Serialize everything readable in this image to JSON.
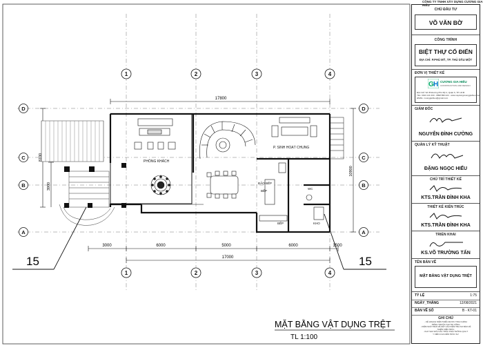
{
  "company_header": "CÔNG TY TNHH XÂY DỰNG CƯƠNG GIA HIẾU",
  "title_block": {
    "owner_label": "CHỦ ĐẦU TƯ",
    "owner_name": "VÕ VĂN BỜ",
    "project_label": "CÔNG TRÌNH",
    "project_name": "BIỆT THỰ CỔ ĐIỂN",
    "address": "ĐỊA CHỈ: P.PHÚ MỸ, TP. THỦ DẦU MỘT",
    "designer_label": "ĐƠN VỊ THIẾT KẾ",
    "logo_text": "CƯƠNG GIA HIẾU",
    "logo_sub": "CONSTRUCTION AND DESIGN",
    "contact_lines": [
      "ĐỊA CHỈ: Số 35 Đường Phú Mỹ 4, Quận 6, TP. HCM",
      "TEL: 0913 141 000 - 0898 896 222 - www.xaydungcuonggiahieu.com",
      "EMAIL: cuonggiahieu@gmail.com"
    ],
    "director_label": "GIÁM ĐỐC",
    "director_name": "NGUYỄN ĐÌNH CƯỜNG",
    "tech_label": "QUẢN LÝ KỸ THUẬT",
    "tech_name": "ĐẶNG NGỌC HIẾU",
    "lead_label": "CHỦ TRÌ THIẾT KẾ",
    "lead_name": "KTS.TRẦN ĐÌNH KHA",
    "arch_label": "THIẾT KẾ KIẾN TRÚC",
    "arch_name": "KTS.TRẦN ĐÌNH KHA",
    "deploy_label": "TRIỂN KHAI",
    "deploy_name": "KS.VÕ TRƯỜNG TẤN",
    "drawing_label": "TÊN BẢN VẼ",
    "drawing_name": "MẶT BẰNG VẬT DỤNG TRỆT",
    "scale_label": "TỶ LỆ",
    "scale_value": "1:75",
    "date_label": "NGÀY_THÁNG",
    "date_value": "12/08/2021",
    "sheet_label": "BẢN VẼ SỐ",
    "sheet_value": "B - KT-01",
    "notes_label": "GHI CHÚ",
    "notes_lines": [
      "- KỂ HOẠCH NIÊN THIẾU ĐƯỢC TINH CHỈNH",
      "TRÌNH TRƯỚC KHI THI CÔNG",
      "- KIỂM SOÁT BẢN VẼ KẾT CẤU KIỂM TRA SO BẢN VẼ",
      "THIẾN KIẾN TRÚC",
      "- KHI THAY ĐỔI CẤU TRÚC PHẢI THÔNG QUA T",
      "Y KIẾN CỦA KIẾN TRÚC SƯ"
    ]
  },
  "plan": {
    "title": "MẶT BẰNG VẬT DỤNG TRỆT",
    "scale": "TL 1:100",
    "section_left": "15",
    "section_right": "15",
    "grid_numbers": [
      "1",
      "2",
      "3",
      "4"
    ],
    "grid_letters": [
      "D",
      "C",
      "B",
      "A"
    ],
    "dims_top": "17800",
    "dims_bottom_segments": [
      "3000",
      "6000",
      "5000",
      "6000",
      "1500"
    ],
    "dims_bottom_total": "17000",
    "dims_left_a": "8100",
    "dims_left_b": "3900",
    "dims_right": "10900",
    "rooms": {
      "living": "PHÒNG KHÁCH",
      "family": "P. SINH HOẠT CHUNG",
      "pantry": "ĐẢO BẾP",
      "kitchen": "BẾP",
      "wc": "WC",
      "storage": "KHO"
    }
  }
}
